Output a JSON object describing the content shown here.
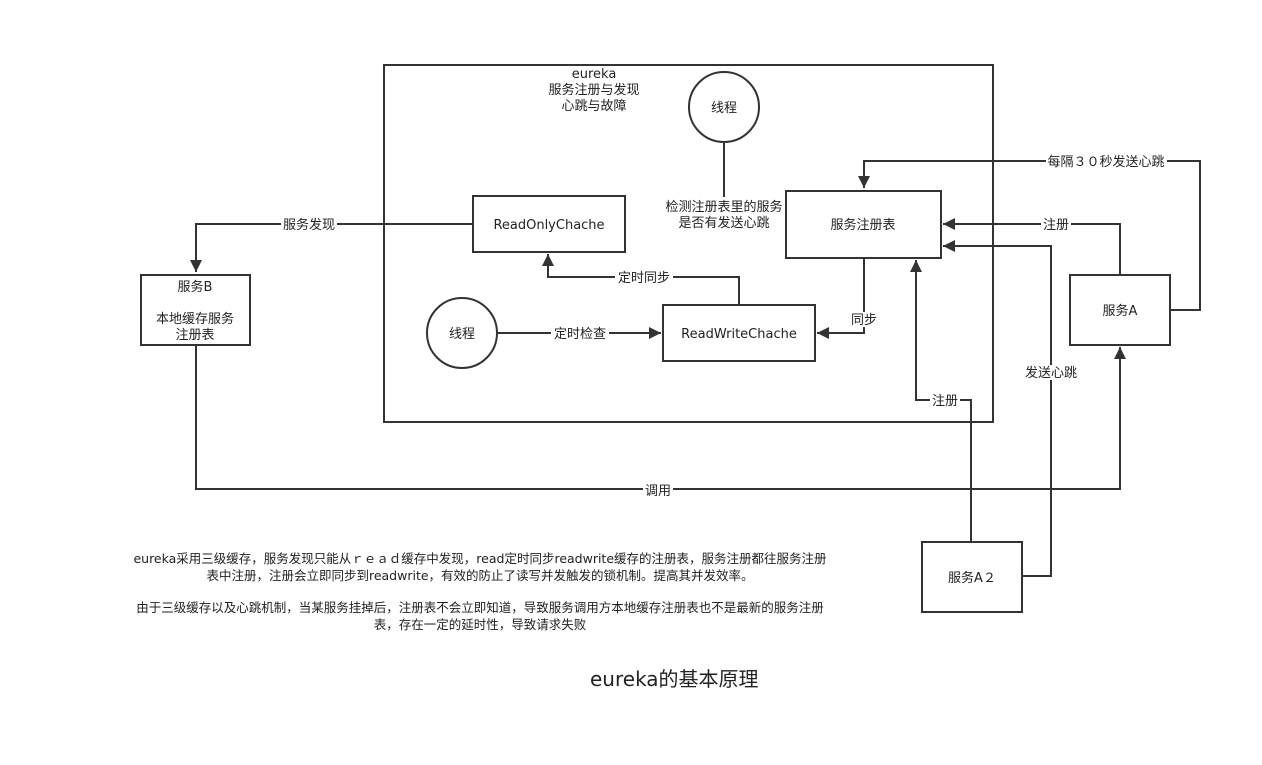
{
  "eureka_header": {
    "line1": "eureka",
    "line2": "服务注册与发现",
    "line3": "心跳与故障"
  },
  "nodes": {
    "thread_top": "线程",
    "thread_left": "线程",
    "readonly_cache": "ReadOnlyChache",
    "readwrite_cache": "ReadWriteChache",
    "registry": "服务注册表",
    "service_b_line1": "服务B",
    "service_b_line2": "本地缓存服务",
    "service_b_line3": "注册表",
    "service_a": "服务A",
    "service_a2": "服务A２"
  },
  "edge_labels": {
    "check_line1": "检测注册表里的服务",
    "check_line2": "是否有发送心跳",
    "timed_sync": "定时同步",
    "timed_check": "定时检查",
    "sync": "同步",
    "discovery": "服务发现",
    "register_a": "注册",
    "register_a2": "注册",
    "heartbeat_a": "每隔３０秒发送心跳",
    "heartbeat_a2": "发送心跳",
    "invoke": "调用"
  },
  "description": {
    "para1_line1": "eureka采用三级缓存，服务发现只能从ｒｅａｄ缓存中发现，read定时同步readwrite缓存的注册表，服务注册都往服务注册",
    "para1_line2": "表中注册，注册会立即同步到readwrite，有效的防止了读写并发触发的锁机制。提高其并发效率。",
    "para2_line1": "由于三级缓存以及心跳机制，当某服务挂掉后，注册表不会立即知道，导致服务调用方本地缓存注册表也不是最新的服务注册",
    "para2_line2": "表，存在一定的延时性，导致请求失败"
  },
  "title": "eureka的基本原理"
}
